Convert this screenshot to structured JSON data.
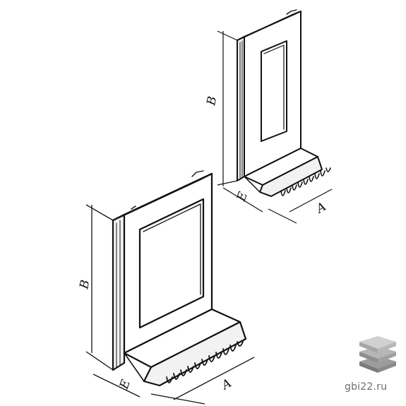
{
  "drawing": {
    "labels": {
      "height": "В",
      "width": "А",
      "thickness": "Е"
    }
  },
  "watermark": {
    "text": "gbi22.ru",
    "icon": "stacked-slabs-logo-icon"
  }
}
